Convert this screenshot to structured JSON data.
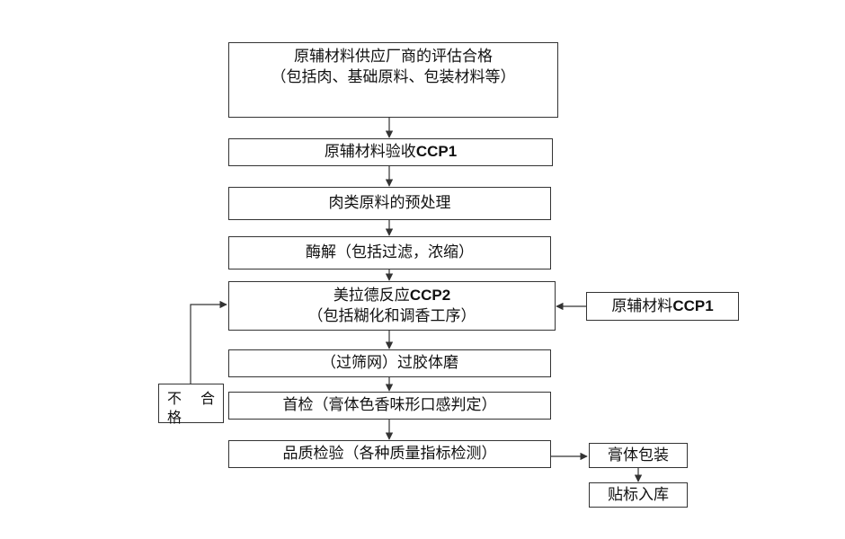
{
  "steps": {
    "s1": {
      "line1": "原辅材料供应厂商的评估合格",
      "line2": "（包括肉、基础原料、包装材料等）"
    },
    "s2": {
      "text": "原辅材料验收",
      "ccp": "CCP1"
    },
    "s3": {
      "text": "肉类原料的预处理"
    },
    "s4": {
      "text": "酶解（包括过滤，浓缩）"
    },
    "s5": {
      "line1_text": "美拉德反应",
      "line1_ccp": "CCP2",
      "line2": "（包括糊化和调香工序）"
    },
    "s6": {
      "text": "（过筛网）过胶体磨"
    },
    "s7": {
      "text": "首检（膏体色香味形口感判定）"
    },
    "s8": {
      "text": "品质检验（各种质量指标检测）"
    }
  },
  "side": {
    "raw_material": {
      "text": "原辅材料",
      "ccp": "CCP1"
    },
    "reject": {
      "c1": "不",
      "c2": "合",
      "c3": "格"
    },
    "paste_packaging": {
      "text": "膏体包装"
    },
    "label_storage": {
      "text": "贴标入库"
    }
  },
  "colors": {
    "line": "#333333",
    "box_border": "#333333",
    "background": "#ffffff"
  }
}
